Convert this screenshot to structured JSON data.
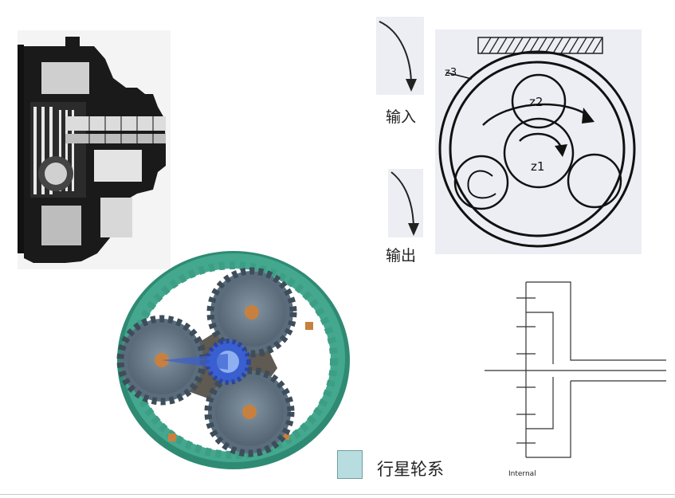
{
  "labels": {
    "input": "输入",
    "output": "输出",
    "legend": "行星轮系",
    "schematic_caption": "Internal"
  },
  "gear_labels": {
    "ring": "z3",
    "planet": "z2",
    "sun": "z1"
  },
  "colors": {
    "ring_gear": "#3d9e86",
    "planet_gear": "#5b6d7d",
    "sun_gear": "#3a5fd0",
    "carrier": "#5f5a52",
    "hub": "#c8803f",
    "legend_swatch": "#b7dde0"
  }
}
